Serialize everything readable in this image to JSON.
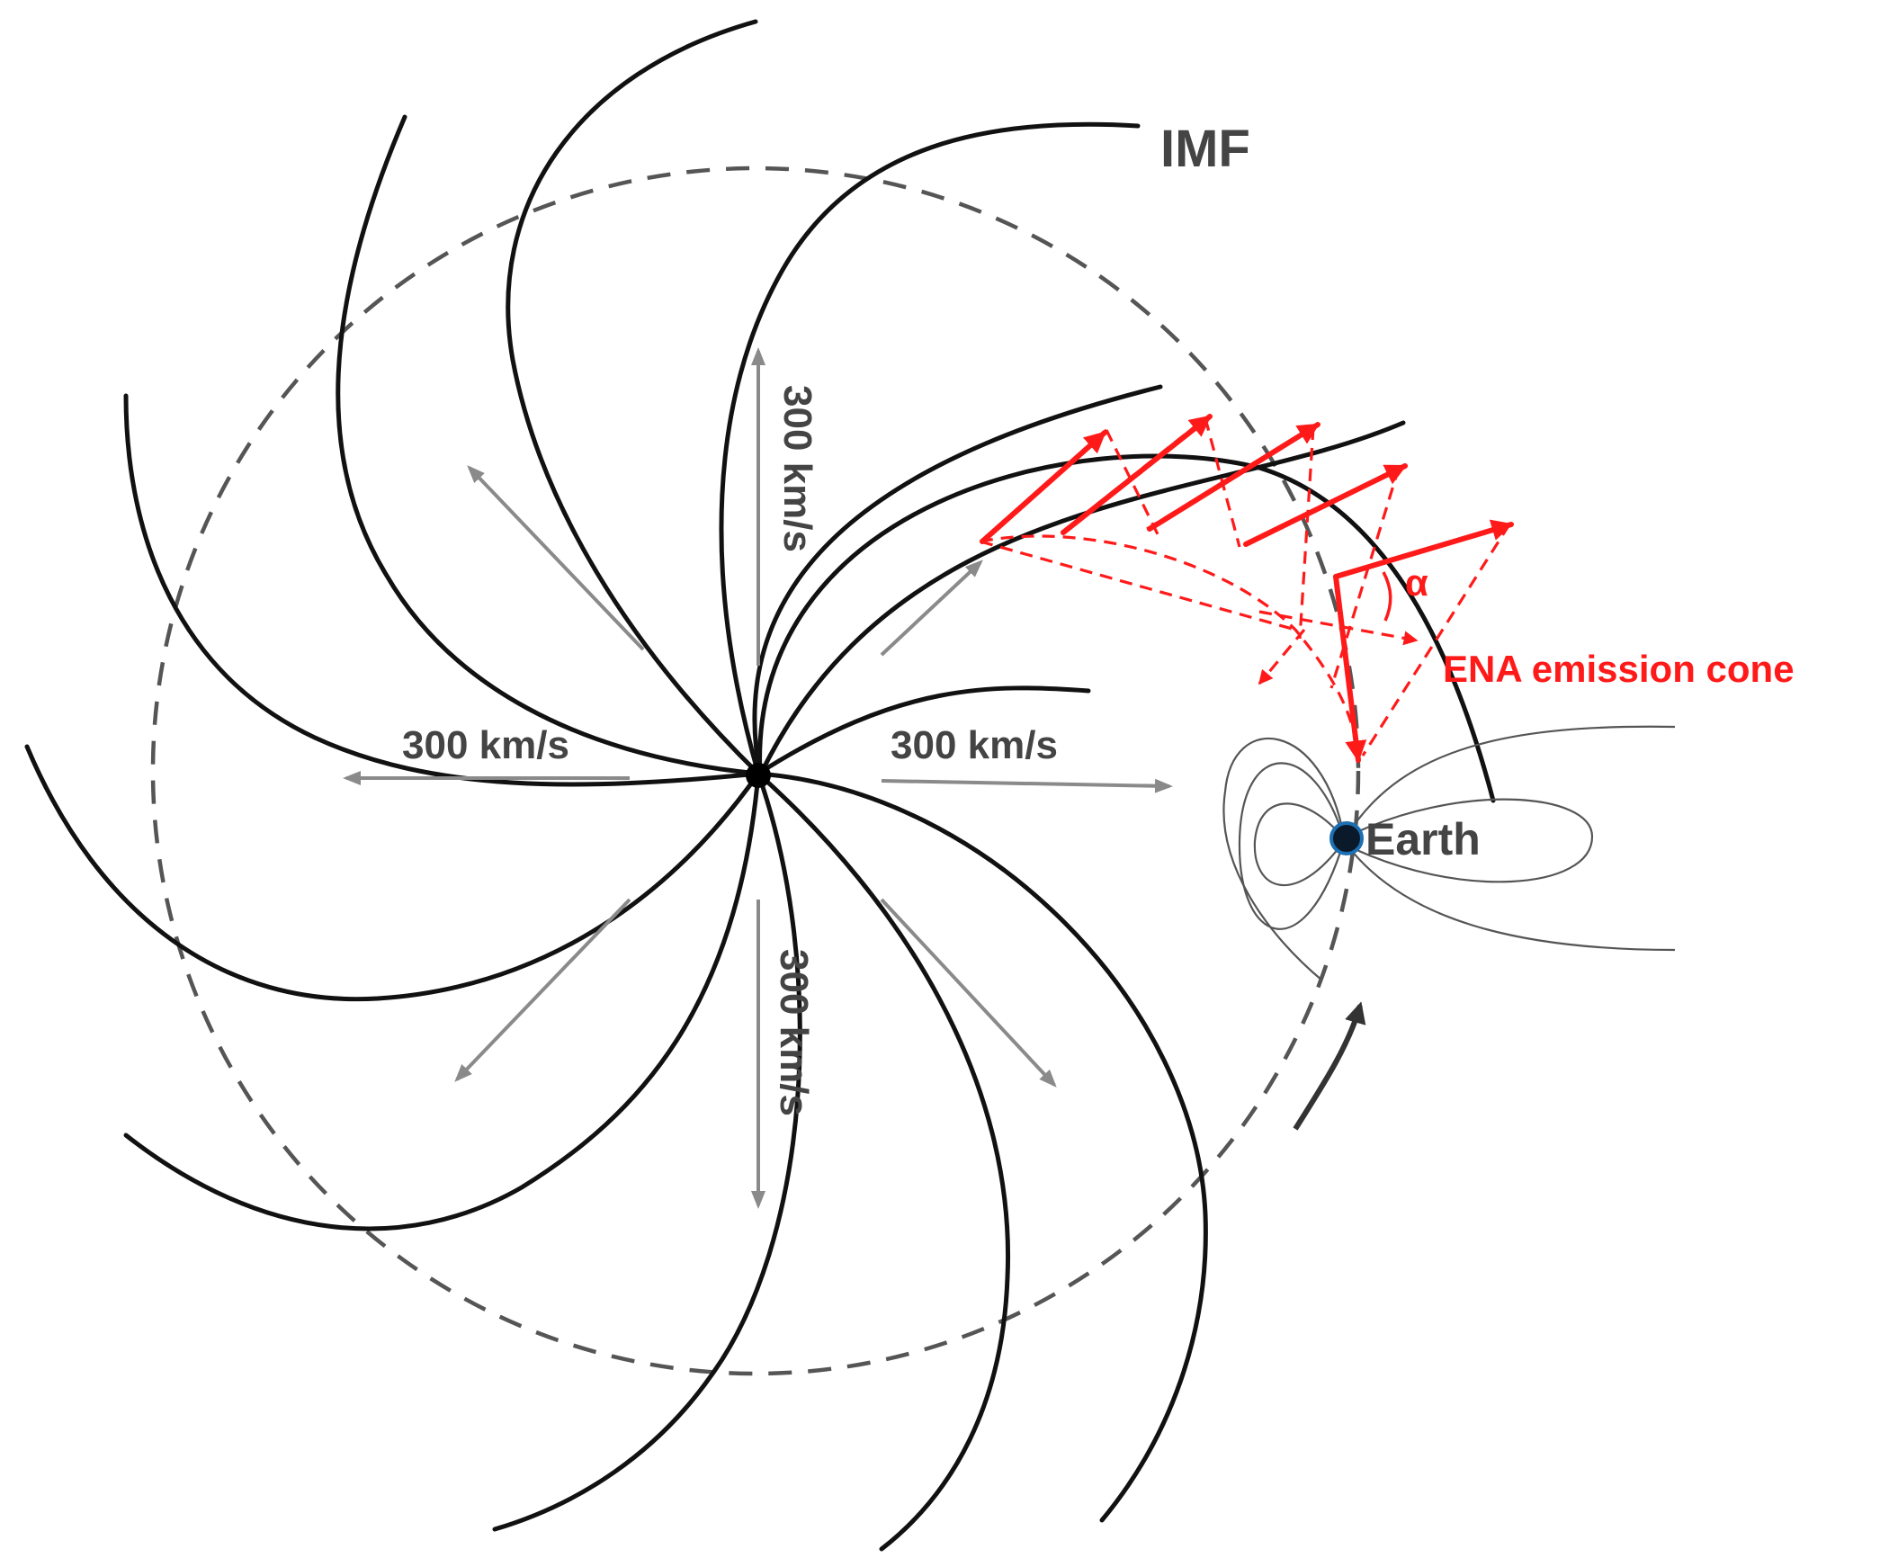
{
  "labels": {
    "imf": "IMF",
    "speed_top": "300 km/s",
    "speed_left": "300 km/s",
    "speed_right": "300 km/s",
    "speed_bottom": "300 km/s",
    "earth": "Earth",
    "alpha": "α",
    "ena_cone": "ENA emission cone"
  },
  "colors": {
    "imf_lines": "#111111",
    "orbit": "#555555",
    "flow_arrows": "#8a8a8a",
    "ena": "#ff1a1a",
    "earth": "#0b1a2a",
    "label_text": "#444444"
  },
  "icons": {
    "sun": "black-dot",
    "earth": "black-dot-blue-rim",
    "orbit_direction": "curved-arrow"
  }
}
